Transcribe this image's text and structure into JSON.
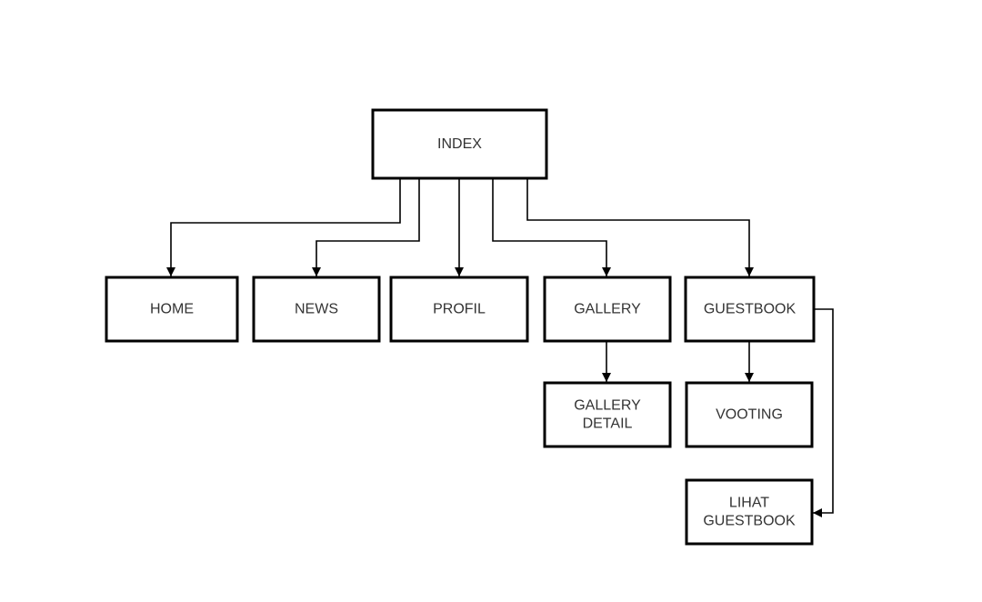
{
  "diagram": {
    "colors": {
      "line": "#000000",
      "box_border": "#000000",
      "text": "#333333",
      "background": "#ffffff"
    },
    "nodes": [
      {
        "id": "index",
        "lines": [
          "INDEX"
        ]
      },
      {
        "id": "home",
        "lines": [
          "HOME"
        ]
      },
      {
        "id": "news",
        "lines": [
          "NEWS"
        ]
      },
      {
        "id": "profil",
        "lines": [
          "PROFIL"
        ]
      },
      {
        "id": "gallery",
        "lines": [
          "GALLERY"
        ]
      },
      {
        "id": "guestbook",
        "lines": [
          "GUESTBOOK"
        ]
      },
      {
        "id": "gallery-detail",
        "lines": [
          "GALLERY",
          "DETAIL"
        ]
      },
      {
        "id": "vooting",
        "lines": [
          "VOOTING"
        ]
      },
      {
        "id": "lihat-guestbook",
        "lines": [
          "LIHAT",
          "GUESTBOOK"
        ]
      }
    ],
    "edges": [
      {
        "from": "index",
        "to": "home",
        "arrows": "both"
      },
      {
        "from": "index",
        "to": "news",
        "arrows": "both"
      },
      {
        "from": "index",
        "to": "profil",
        "arrows": "both"
      },
      {
        "from": "index",
        "to": "gallery",
        "arrows": "both"
      },
      {
        "from": "index",
        "to": "guestbook",
        "arrows": "both"
      },
      {
        "from": "gallery",
        "to": "gallery-detail",
        "arrows": "both"
      },
      {
        "from": "guestbook",
        "to": "vooting",
        "arrows": "both"
      },
      {
        "from": "guestbook",
        "to": "lihat-guestbook",
        "arrows": "both"
      }
    ]
  }
}
